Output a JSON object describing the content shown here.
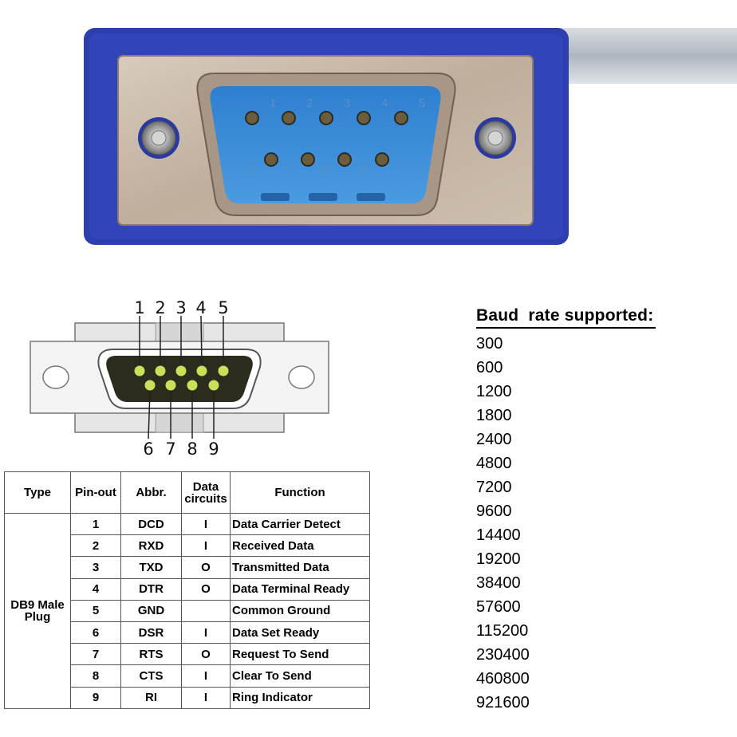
{
  "connector_photo": {
    "pin_labels_top": [
      "1",
      "2",
      "3",
      "4",
      "5"
    ],
    "pin_labels_bottom": [
      "6",
      "7",
      "8",
      "9"
    ],
    "colors": {
      "body": "#2d3fb0",
      "shell": "#c9b9a8",
      "insert": "#3d8fd6"
    }
  },
  "diagram": {
    "top_pins": [
      "1",
      "2",
      "3",
      "4",
      "5"
    ],
    "bottom_pins": [
      "6",
      "7",
      "8",
      "9"
    ],
    "colors": {
      "face": "#2b2b1e",
      "pin": "#c8e05a"
    }
  },
  "table": {
    "headers": [
      "Type",
      "Pin-out",
      "Abbr.",
      "Data circuits",
      "Function"
    ],
    "type_label": "DB9 Male Plug",
    "rows": [
      {
        "pin": "1",
        "abbr": "DCD",
        "dc": "I",
        "fn": "Data Carrier Detect"
      },
      {
        "pin": "2",
        "abbr": "RXD",
        "dc": "I",
        "fn": "Received Data"
      },
      {
        "pin": "3",
        "abbr": "TXD",
        "dc": "O",
        "fn": "Transmitted Data"
      },
      {
        "pin": "4",
        "abbr": "DTR",
        "dc": "O",
        "fn": "Data Terminal Ready"
      },
      {
        "pin": "5",
        "abbr": "GND",
        "dc": "",
        "fn": "Common Ground"
      },
      {
        "pin": "6",
        "abbr": "DSR",
        "dc": "I",
        "fn": "Data Set Ready"
      },
      {
        "pin": "7",
        "abbr": "RTS",
        "dc": "O",
        "fn": "Request To Send"
      },
      {
        "pin": "8",
        "abbr": "CTS",
        "dc": "I",
        "fn": "Clear To Send"
      },
      {
        "pin": "9",
        "abbr": "RI",
        "dc": "I",
        "fn": "Ring Indicator"
      }
    ]
  },
  "baud": {
    "title": "Baud  rate supported:",
    "rates": [
      "300",
      "600",
      "1200",
      "1800",
      "2400",
      "4800",
      "7200",
      "9600",
      "14400",
      "19200",
      "38400",
      "57600",
      "115200",
      "230400",
      "460800",
      "921600"
    ]
  }
}
